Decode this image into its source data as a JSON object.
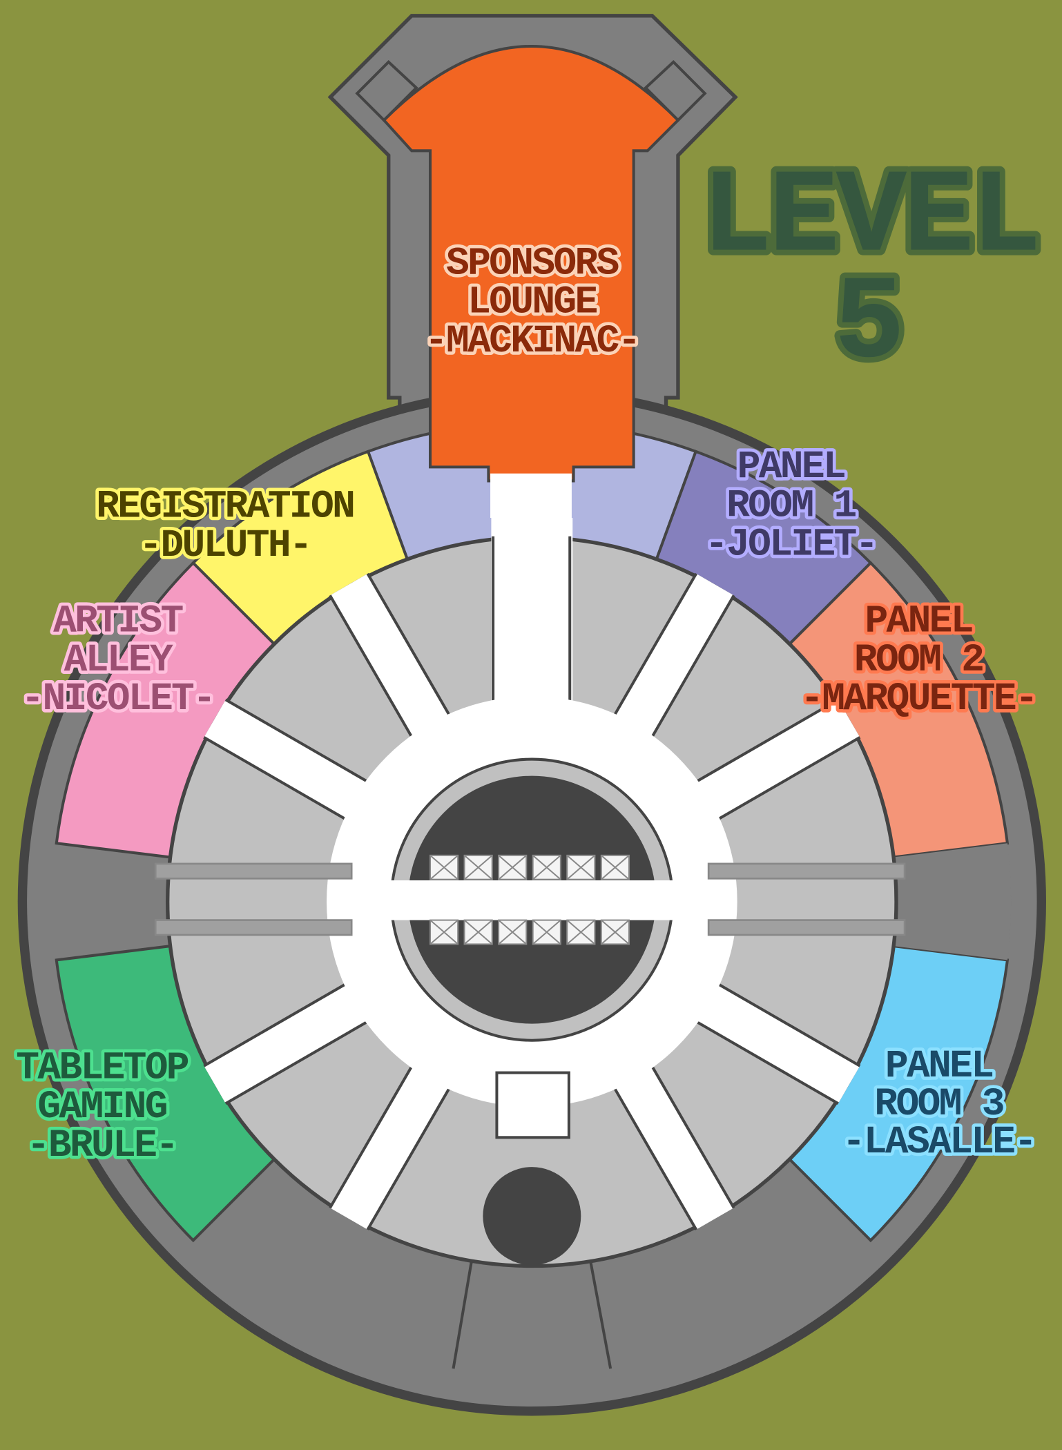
{
  "level": {
    "word": "LEVEL",
    "number": "5"
  },
  "rooms": {
    "sponsors": {
      "lines": [
        "SPONSORS",
        "LOUNGE",
        "-MACKINAC-"
      ],
      "color": "#f26522",
      "text": "#8b2a0a",
      "outline": "#fbd3b8"
    },
    "registration": {
      "lines": [
        "REGISTRATION",
        "-DULUTH-"
      ],
      "color": "#fff56a",
      "text": "#4d4300",
      "outline": "#fff56a"
    },
    "artist_alley": {
      "lines": [
        "ARTIST",
        "ALLEY",
        "-NICOLET-"
      ],
      "color": "#f49ac1",
      "text": "#9c4f72",
      "outline": "#ffc0dd"
    },
    "panel1": {
      "lines": [
        "PANEL",
        "ROOM 1",
        "-JOLIET-"
      ],
      "color": "#8580bd",
      "text": "#3f3a66",
      "outline": "#b3adff"
    },
    "panel2": {
      "lines": [
        "PANEL",
        "ROOM 2",
        "-MARQUETTE-"
      ],
      "color": "#f49578",
      "text": "#7a2510",
      "outline": "#ff7a50"
    },
    "tabletop": {
      "lines": [
        "TABLETOP",
        "GAMING",
        "-BRULE-"
      ],
      "color": "#3dba7a",
      "text": "#1e5a3c",
      "outline": "#4de08f"
    },
    "panel3": {
      "lines": [
        "PANEL",
        "ROOM 3",
        "-LASALLE-"
      ],
      "color": "#6dcff6",
      "text": "#1a4a68",
      "outline": "#8ce0ff"
    }
  },
  "colors": {
    "background": "#8a9440",
    "corridor": "#7f7f7f",
    "wall": "#444444",
    "lobby": "#b0b5e0",
    "inner_rooms": "#c0c0c0",
    "level_text": "#35573f",
    "level_outline": "#4d6b3a"
  }
}
